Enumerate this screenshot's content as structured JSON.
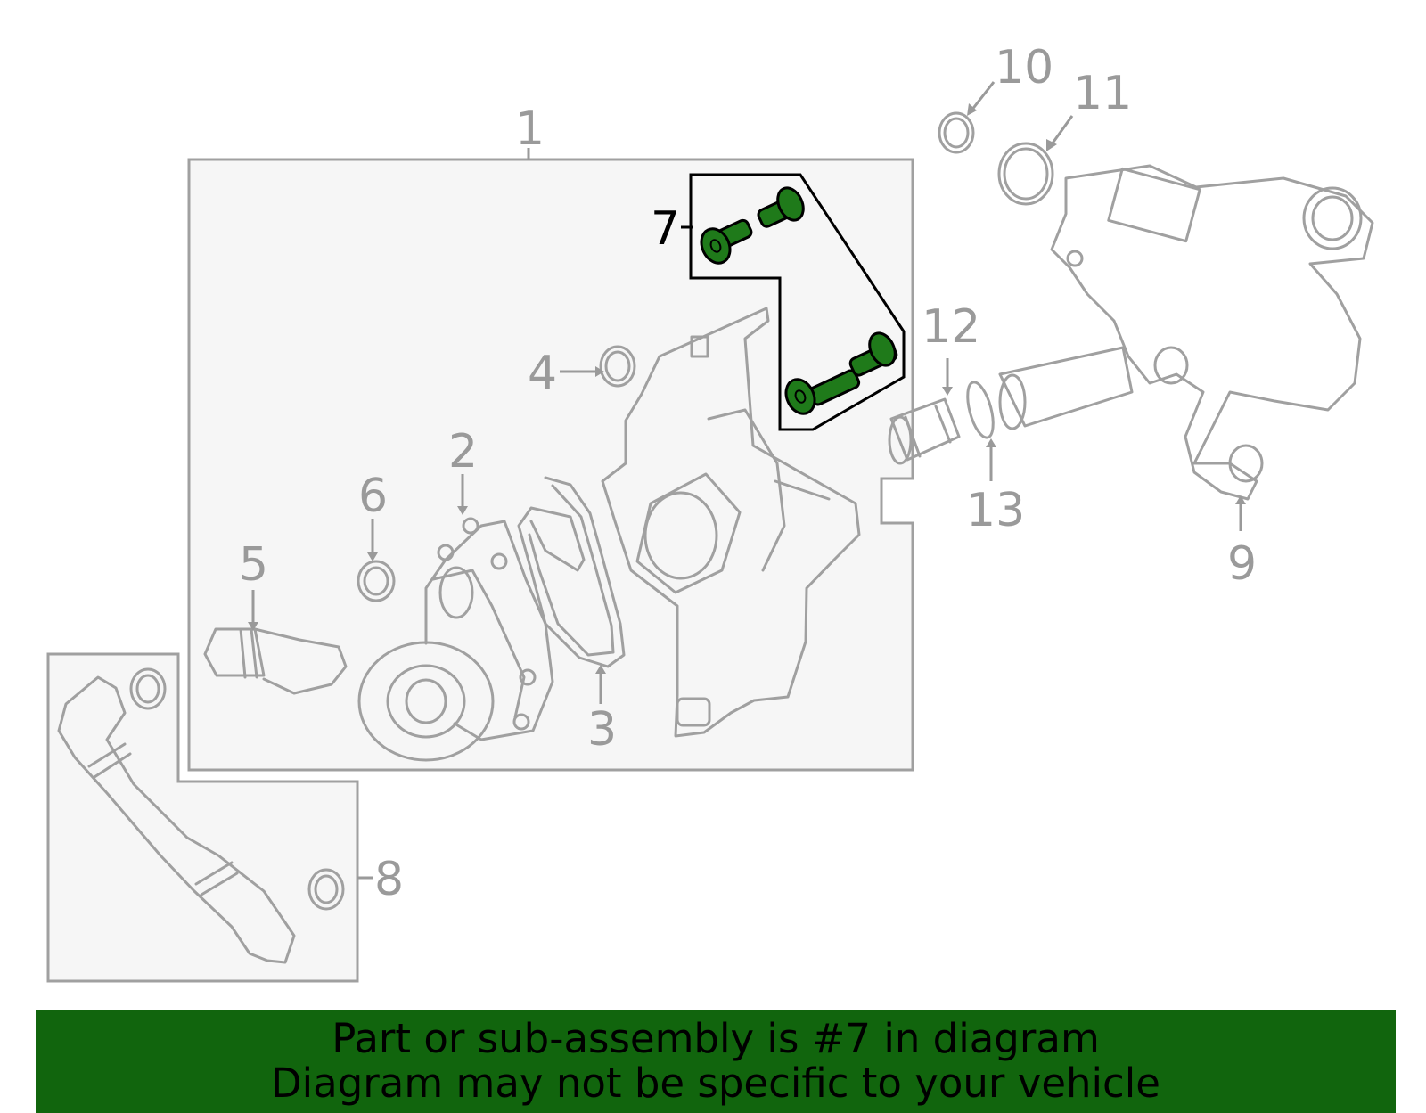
{
  "callouts": {
    "c1": "1",
    "c2": "2",
    "c3": "3",
    "c4": "4",
    "c5": "5",
    "c6": "6",
    "c7": "7",
    "c8": "8",
    "c9": "9",
    "c10": "10",
    "c11": "11",
    "c12": "12",
    "c13": "13"
  },
  "highlighted_part": "7",
  "colors": {
    "highlight": "#1f7a1a",
    "banner": "#11650d",
    "line": "#a0a0a0"
  },
  "banner": {
    "line1": "Part or sub-assembly is #7 in diagram",
    "line2": "Diagram may not be specific to your vehicle"
  }
}
